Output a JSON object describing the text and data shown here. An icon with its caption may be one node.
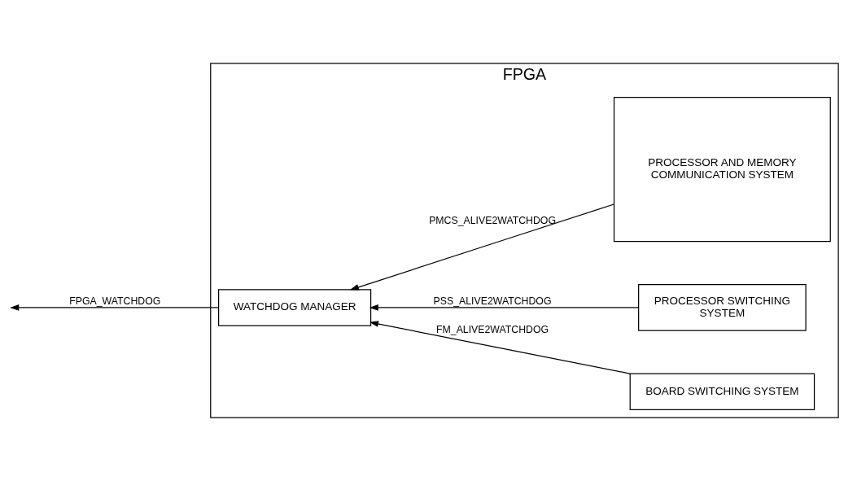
{
  "diagram": {
    "nodes": [
      {
        "text": [
          "FPGA"
        ]
      },
      {
        "text": [
          "WATCHDOG MANAGER"
        ],
        "in": 0
      },
      {
        "text": [
          "PROCESSOR AND MEMORY COMMUNICATION SYSTEM"
        ],
        "in": 0
      },
      {
        "text": [
          "PROCESSOR SWITCHING SYSTEM"
        ],
        "in": 0
      },
      {
        "text": [
          "BOARD SWITCHING SYSTEM"
        ],
        "in": 0
      }
    ],
    "edges": [
      {
        "from": 1,
        "to": null,
        "arrow": "to",
        "label": "FPGA_WATCHDOG"
      },
      {
        "from": 2,
        "to": 1,
        "arrow": "to",
        "label": "PMCS_ALIVE2WATCHDOG"
      },
      {
        "from": 3,
        "to": 1,
        "arrow": "to",
        "label": "PSS_ALIVE2WATCHDOG"
      },
      {
        "from": 4,
        "to": 1,
        "arrow": "to",
        "label": "FM_ALIVE2WATCHDOG"
      }
    ]
  }
}
